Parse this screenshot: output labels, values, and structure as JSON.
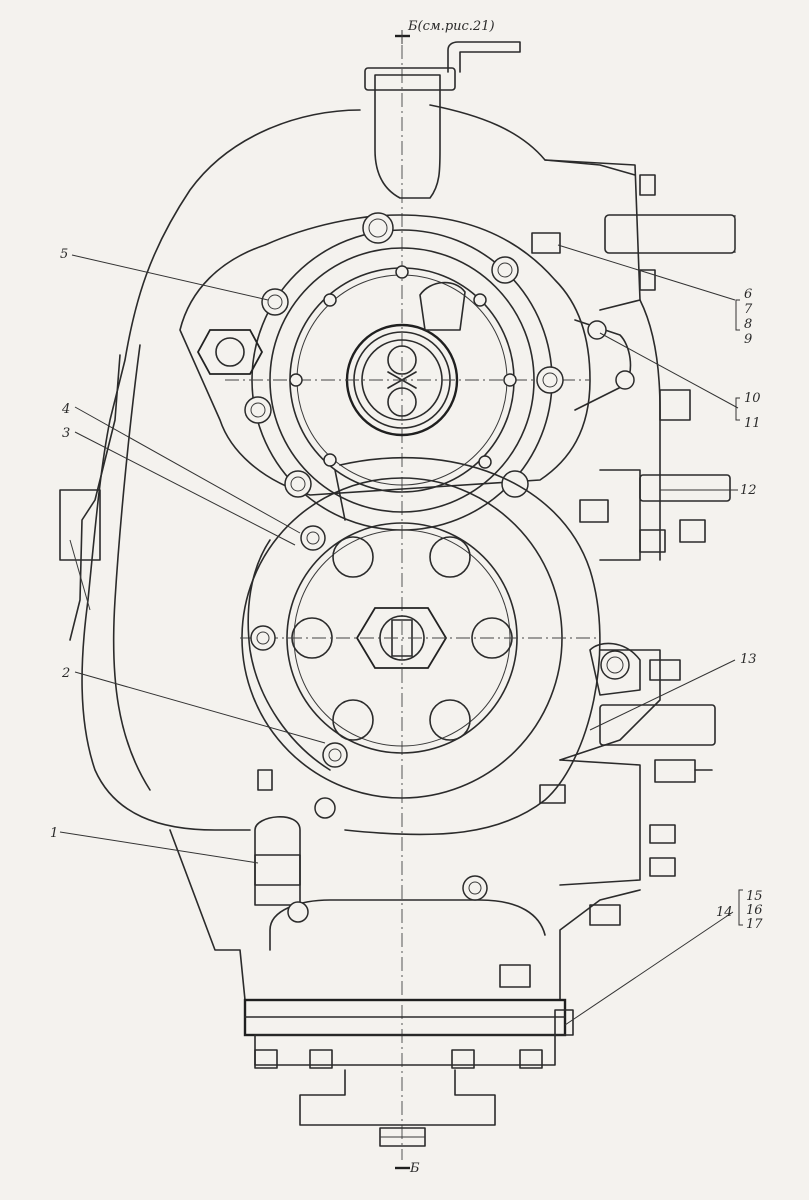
{
  "section_top": "Б(см.рис.21)",
  "section_bottom": "Б",
  "callouts": {
    "c1": "1",
    "c2": "2",
    "c3": "3",
    "c4": "4",
    "c5": "5",
    "c6": "6",
    "c7": "7",
    "c8": "8",
    "c9": "9",
    "c10": "10",
    "c11": "11",
    "c12": "12",
    "c13": "13",
    "c14": "14",
    "c15": "15",
    "c16": "16",
    "c17": "17"
  }
}
